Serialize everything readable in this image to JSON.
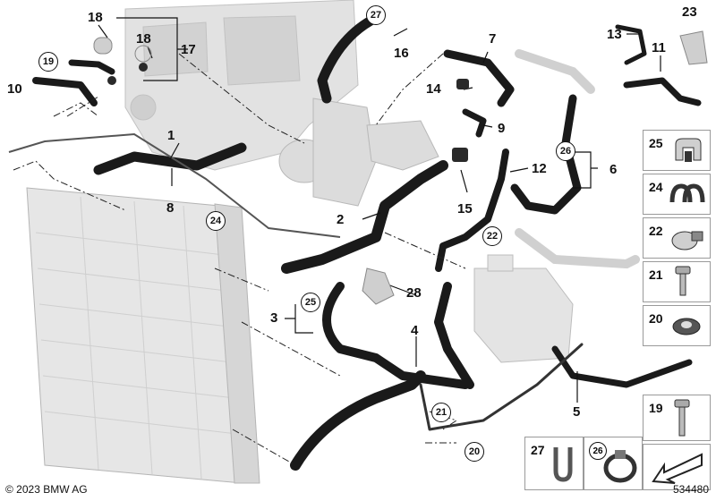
{
  "copyright": "© 2023 BMW AG",
  "diagram_number": "534480",
  "callouts": {
    "c1": "1",
    "c2": "2",
    "c3": "3",
    "c4": "4",
    "c5": "5",
    "c6": "6",
    "c7": "7",
    "c8": "8",
    "c9": "9",
    "c10": "10",
    "c11": "11",
    "c12": "12",
    "c13": "13",
    "c14": "14",
    "c15": "15",
    "c16": "16",
    "c17": "17",
    "c18a": "18",
    "c18b": "18",
    "c23": "23",
    "c28": "28"
  },
  "circled": {
    "k19": "19",
    "k20": "20",
    "k21": "21",
    "k22": "22",
    "k24": "24",
    "k25": "25",
    "k26": "26",
    "k27": "27"
  },
  "legend": {
    "b25": "25",
    "b24": "24",
    "b22": "22",
    "b21": "21",
    "b20": "20",
    "b19": "19",
    "b27": "27",
    "b26": "26"
  },
  "colors": {
    "hose": "#1a1a1a",
    "engine": "#d8d8d8",
    "line": "#222222",
    "frame": "#9a9a9a"
  }
}
